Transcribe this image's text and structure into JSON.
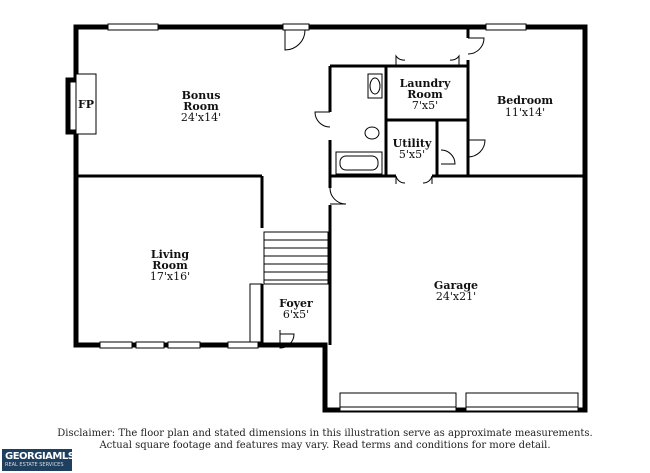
{
  "rooms": [
    {
      "id": "bonus",
      "name_lines": [
        "Bonus",
        "Room"
      ],
      "dim": "24'x14'"
    },
    {
      "id": "laundry",
      "name_lines": [
        "Laundry",
        "Room"
      ],
      "dim": "7'x5'"
    },
    {
      "id": "bedroom",
      "name_lines": [
        "Bedroom"
      ],
      "dim": "11'x14'"
    },
    {
      "id": "utility",
      "name_lines": [
        "Utility"
      ],
      "dim": "5'x5'"
    },
    {
      "id": "living",
      "name_lines": [
        "Living",
        "Room"
      ],
      "dim": "17'x16'"
    },
    {
      "id": "garage",
      "name_lines": [
        "Garage"
      ],
      "dim": "24'x21'"
    },
    {
      "id": "foyer",
      "name_lines": [
        "Foyer"
      ],
      "dim": "6'x5'"
    }
  ],
  "fireplace": "FP",
  "disclaimer": {
    "line1": "Disclaimer: The floor plan and stated dimensions in this illustration serve as approximate measurements.",
    "line2": "Actual square footage and features may vary. Read terms and conditions for more detail."
  },
  "logo": {
    "name": "GEORGIAMLS",
    "tagline": "REAL ESTATE SERVICES"
  }
}
